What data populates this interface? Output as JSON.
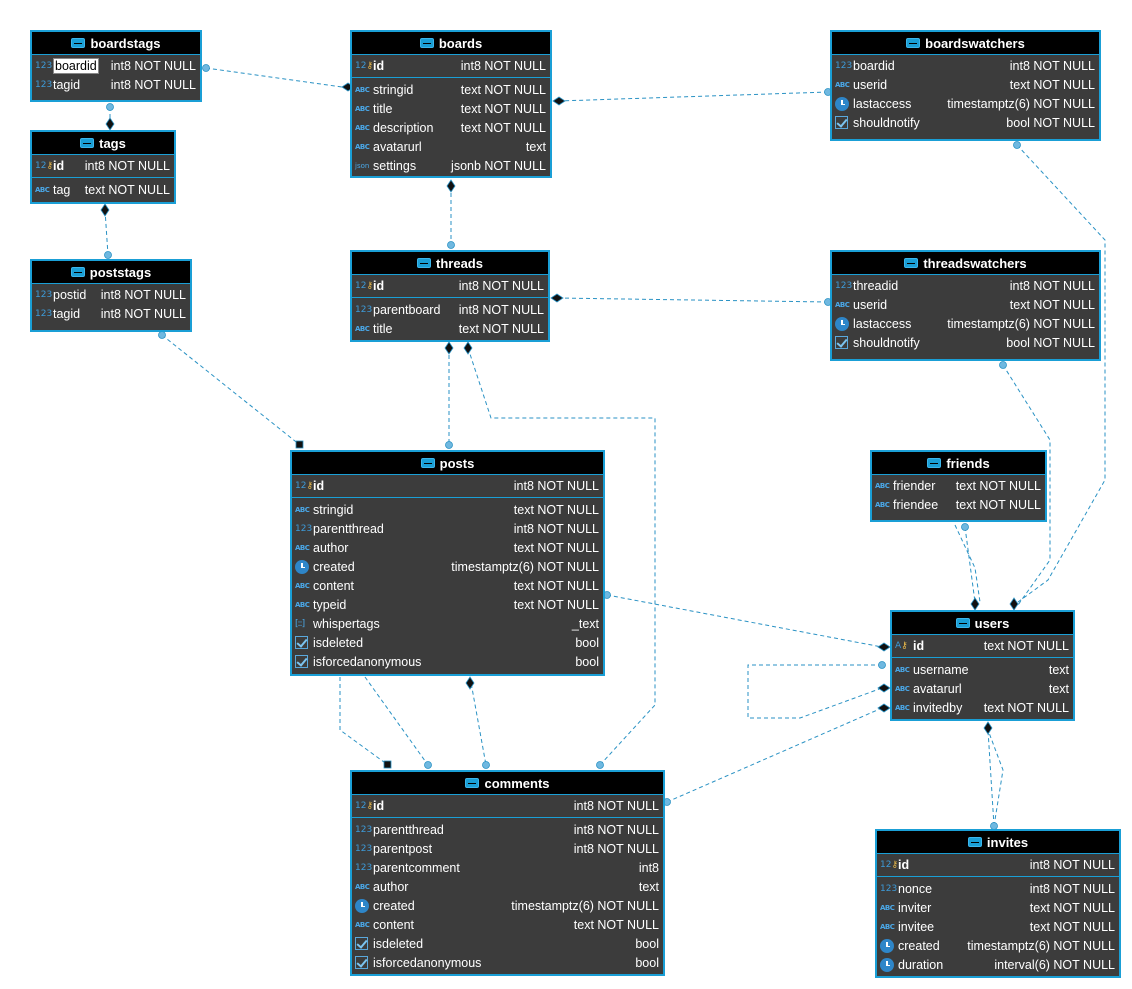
{
  "entities": {
    "boardstags": {
      "title": "boardstags",
      "cols": [
        {
          "icon": "num",
          "name": "boardid",
          "type": "int8 NOT NULL"
        },
        {
          "icon": "num",
          "name": "tagid",
          "type": "int8 NOT NULL"
        }
      ]
    },
    "boards": {
      "title": "boards",
      "pk": {
        "icon": "key",
        "name": "id",
        "type": "int8 NOT NULL"
      },
      "cols": [
        {
          "icon": "txt",
          "name": "stringid",
          "type": "text NOT NULL"
        },
        {
          "icon": "txt",
          "name": "title",
          "type": "text NOT NULL"
        },
        {
          "icon": "txt",
          "name": "description",
          "type": "text NOT NULL"
        },
        {
          "icon": "txt",
          "name": "avatarurl",
          "type": "text"
        },
        {
          "icon": "json",
          "name": "settings",
          "type": "jsonb NOT NULL"
        }
      ]
    },
    "boardswatchers": {
      "title": "boardswatchers",
      "cols": [
        {
          "icon": "num",
          "name": "boardid",
          "type": "int8 NOT NULL"
        },
        {
          "icon": "txt",
          "name": "userid",
          "type": "text NOT NULL"
        },
        {
          "icon": "clock",
          "name": "lastaccess",
          "type": "timestamptz(6) NOT NULL"
        },
        {
          "icon": "check",
          "name": "shouldnotify",
          "type": "bool NOT NULL"
        }
      ]
    },
    "tags": {
      "title": "tags",
      "pk": {
        "icon": "key",
        "name": "id",
        "type": "int8 NOT NULL"
      },
      "cols": [
        {
          "icon": "txt",
          "name": "tag",
          "type": "text NOT NULL"
        }
      ]
    },
    "poststags": {
      "title": "poststags",
      "cols": [
        {
          "icon": "num",
          "name": "postid",
          "type": "int8 NOT NULL"
        },
        {
          "icon": "num",
          "name": "tagid",
          "type": "int8 NOT NULL"
        }
      ]
    },
    "threads": {
      "title": "threads",
      "pk": {
        "icon": "key",
        "name": "id",
        "type": "int8 NOT NULL"
      },
      "cols": [
        {
          "icon": "num",
          "name": "parentboard",
          "type": "int8 NOT NULL"
        },
        {
          "icon": "txt",
          "name": "title",
          "type": "text NOT NULL"
        }
      ]
    },
    "threadswatchers": {
      "title": "threadswatchers",
      "cols": [
        {
          "icon": "num",
          "name": "threadid",
          "type": "int8 NOT NULL"
        },
        {
          "icon": "txt",
          "name": "userid",
          "type": "text NOT NULL"
        },
        {
          "icon": "clock",
          "name": "lastaccess",
          "type": "timestamptz(6) NOT NULL"
        },
        {
          "icon": "check",
          "name": "shouldnotify",
          "type": "bool NOT NULL"
        }
      ]
    },
    "friends": {
      "title": "friends",
      "cols": [
        {
          "icon": "txt",
          "name": "friender",
          "type": "text NOT NULL"
        },
        {
          "icon": "txt",
          "name": "friendee",
          "type": "text NOT NULL"
        }
      ]
    },
    "posts": {
      "title": "posts",
      "pk": {
        "icon": "key",
        "name": "id",
        "type": "int8 NOT NULL"
      },
      "cols": [
        {
          "icon": "txt",
          "name": "stringid",
          "type": "text NOT NULL"
        },
        {
          "icon": "num",
          "name": "parentthread",
          "type": "int8 NOT NULL"
        },
        {
          "icon": "txt",
          "name": "author",
          "type": "text NOT NULL"
        },
        {
          "icon": "clock",
          "name": "created",
          "type": "timestamptz(6) NOT NULL"
        },
        {
          "icon": "txt",
          "name": "content",
          "type": "text NOT NULL"
        },
        {
          "icon": "txt",
          "name": "typeid",
          "type": "text NOT NULL"
        },
        {
          "icon": "arr",
          "name": "whispertags",
          "type": "_text"
        },
        {
          "icon": "check",
          "name": "isdeleted",
          "type": "bool"
        },
        {
          "icon": "check",
          "name": "isforcedanonymous",
          "type": "bool"
        }
      ]
    },
    "users": {
      "title": "users",
      "pk": {
        "icon": "keytxt",
        "name": "id",
        "type": "text NOT NULL"
      },
      "cols": [
        {
          "icon": "txt",
          "name": "username",
          "type": "text"
        },
        {
          "icon": "txt",
          "name": "avatarurl",
          "type": "text"
        },
        {
          "icon": "txt",
          "name": "invitedby",
          "type": "text NOT NULL"
        }
      ]
    },
    "comments": {
      "title": "comments",
      "pk": {
        "icon": "key",
        "name": "id",
        "type": "int8 NOT NULL"
      },
      "cols": [
        {
          "icon": "num",
          "name": "parentthread",
          "type": "int8 NOT NULL"
        },
        {
          "icon": "num",
          "name": "parentpost",
          "type": "int8 NOT NULL"
        },
        {
          "icon": "num",
          "name": "parentcomment",
          "type": "int8"
        },
        {
          "icon": "txt",
          "name": "author",
          "type": "text"
        },
        {
          "icon": "clock",
          "name": "created",
          "type": "timestamptz(6) NOT NULL"
        },
        {
          "icon": "txt",
          "name": "content",
          "type": "text NOT NULL"
        },
        {
          "icon": "check",
          "name": "isdeleted",
          "type": "bool"
        },
        {
          "icon": "check",
          "name": "isforcedanonymous",
          "type": "bool"
        }
      ]
    },
    "invites": {
      "title": "invites",
      "pk": {
        "icon": "key",
        "name": "id",
        "type": "int8 NOT NULL"
      },
      "cols": [
        {
          "icon": "num",
          "name": "nonce",
          "type": "int8 NOT NULL"
        },
        {
          "icon": "txt",
          "name": "inviter",
          "type": "text NOT NULL"
        },
        {
          "icon": "txt",
          "name": "invitee",
          "type": "text NOT NULL"
        },
        {
          "icon": "clock",
          "name": "created",
          "type": "timestamptz(6) NOT NULL"
        },
        {
          "icon": "clock",
          "name": "duration",
          "type": "interval(6) NOT NULL"
        }
      ]
    }
  },
  "relationships": [
    {
      "from": "boardstags",
      "to": "boards"
    },
    {
      "from": "boardstags",
      "to": "tags"
    },
    {
      "from": "boardswatchers",
      "to": "boards"
    },
    {
      "from": "boardswatchers",
      "to": "users"
    },
    {
      "from": "poststags",
      "to": "tags"
    },
    {
      "from": "poststags",
      "to": "posts"
    },
    {
      "from": "threads",
      "to": "boards"
    },
    {
      "from": "threadswatchers",
      "to": "threads"
    },
    {
      "from": "threadswatchers",
      "to": "users"
    },
    {
      "from": "posts",
      "to": "threads"
    },
    {
      "from": "comments",
      "to": "threads"
    },
    {
      "from": "comments",
      "to": "posts"
    },
    {
      "from": "comments",
      "to": "comments"
    },
    {
      "from": "posts",
      "to": "users"
    },
    {
      "from": "comments",
      "to": "users"
    },
    {
      "from": "friends",
      "to": "users"
    },
    {
      "from": "users",
      "to": "users"
    },
    {
      "from": "invites",
      "to": "users"
    }
  ],
  "colors": {
    "border": "#1a9fd6",
    "header": "#000000",
    "body": "#3c3c3c",
    "link": "#2a92c4"
  },
  "selected_column": "boardid"
}
